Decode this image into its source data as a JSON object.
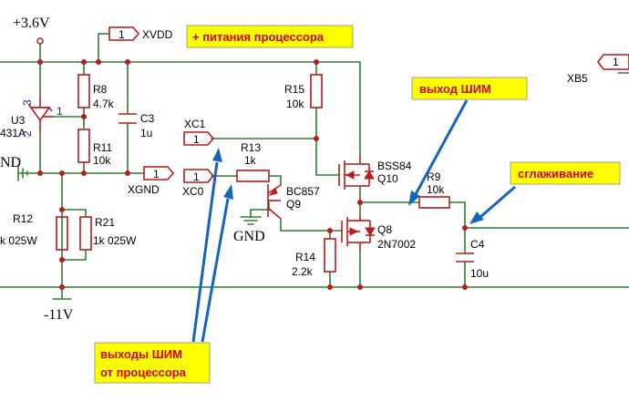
{
  "power": {
    "vplus": "+3.6V",
    "vminus": "-11V",
    "gnd": "GND",
    "gnd_left": "ND"
  },
  "connectors": {
    "xvdd": {
      "pin": "1",
      "name": "XVDD"
    },
    "xgnd": {
      "pin": "1",
      "name": "XGND"
    },
    "xc1": {
      "pin": "1",
      "name": "XC1"
    },
    "xc0": {
      "pin": "1",
      "name": "XC0"
    },
    "xb5": {
      "pin": "1",
      "name": "XB5"
    }
  },
  "components": {
    "u3": {
      "ref": "U3",
      "value": "431A",
      "pin1": "1",
      "pin2": "2",
      "pin3": "3"
    },
    "r8": {
      "ref": "R8",
      "value": "4.7k"
    },
    "r11": {
      "ref": "R11",
      "value": "10k"
    },
    "c3": {
      "ref": "C3",
      "value": "1u"
    },
    "r12": {
      "ref": "R12",
      "value": "k 025W"
    },
    "r21": {
      "ref": "R21",
      "value": "1k 025W"
    },
    "r13": {
      "ref": "R13",
      "value": "1k"
    },
    "q9": {
      "type": "BC857",
      "ref": "Q9"
    },
    "r15": {
      "ref": "R15",
      "value": "10k"
    },
    "q10": {
      "type": "BSS84",
      "ref": "Q10"
    },
    "q8": {
      "ref": "Q8",
      "type": "2N7002"
    },
    "r14": {
      "ref": "R14",
      "value": "2.2k"
    },
    "r9": {
      "ref": "R9",
      "value": "10k"
    },
    "c4": {
      "ref": "C4",
      "value": "10u"
    }
  },
  "annotations": {
    "power_supply": "+ питания процессора",
    "pwm_out": "выход ШИМ",
    "smoothing": "сглаживание",
    "pwm_inputs_line1": "выходы ШИМ",
    "pwm_inputs_line2": "от процессора"
  },
  "colors": {
    "wire": "#2e7d32",
    "part": "#b71c1c",
    "note_bg": "#ffff00",
    "note_text": "#d50000",
    "arrow": "#1565c0"
  }
}
